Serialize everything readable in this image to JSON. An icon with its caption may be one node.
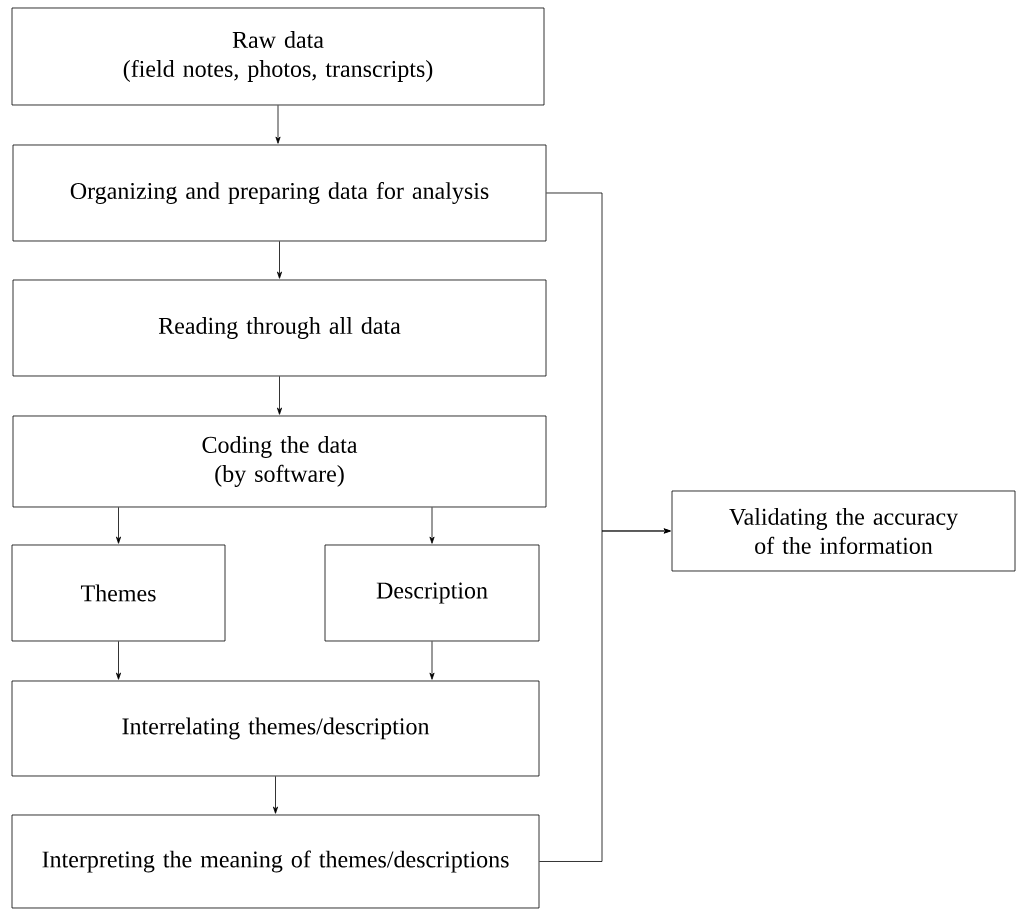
{
  "diagram": {
    "nodes": [
      {
        "text": [
          "Raw data",
          "(field notes, photos, transcripts)"
        ]
      },
      {
        "text": [
          "Organizing and preparing data for analysis"
        ]
      },
      {
        "text": [
          "Reading through all data"
        ]
      },
      {
        "text": [
          "Coding the data",
          "(by software)"
        ]
      },
      {
        "text": [
          "Themes"
        ]
      },
      {
        "text": [
          "Description"
        ]
      },
      {
        "text": [
          "Interrelating themes/description"
        ]
      },
      {
        "text": [
          "Interpreting the meaning of themes/descriptions"
        ]
      },
      {
        "text": [
          "Validating the accuracy of the information"
        ]
      }
    ],
    "edges": [
      {
        "from": 0,
        "to": 1,
        "arrow": "to"
      },
      {
        "from": 1,
        "to": 2,
        "arrow": "to"
      },
      {
        "from": 2,
        "to": 3,
        "arrow": "to"
      },
      {
        "from": 3,
        "to": 4,
        "arrow": "to"
      },
      {
        "from": 3,
        "to": 5,
        "arrow": "to"
      },
      {
        "from": 4,
        "to": 6,
        "arrow": "to"
      },
      {
        "from": 5,
        "to": 6,
        "arrow": "to"
      },
      {
        "from": 6,
        "to": 7,
        "arrow": "to"
      },
      {
        "from": 1,
        "to": 8,
        "arrow": "to"
      },
      {
        "from": 7,
        "to": 8,
        "arrow": "to"
      }
    ]
  }
}
